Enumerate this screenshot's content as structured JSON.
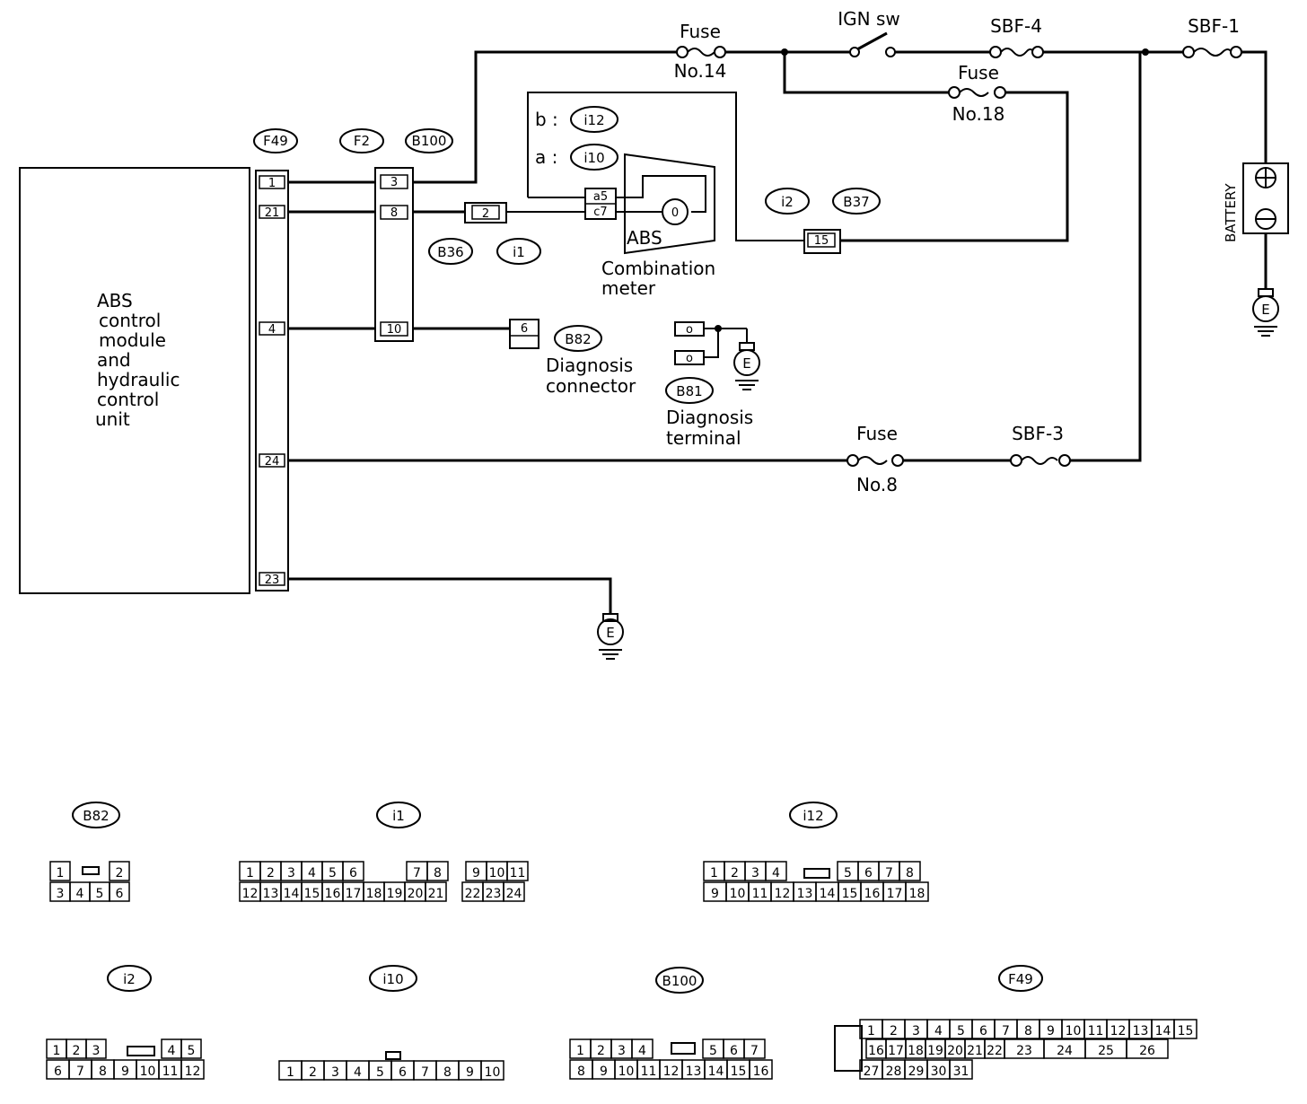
{
  "diagram": {
    "module": {
      "lines": [
        "ABS",
        "control",
        "module",
        "and",
        "hydraulic",
        "control",
        "unit"
      ]
    },
    "connector_tags": {
      "f49": "F49",
      "f2": "F2",
      "b100": "B100",
      "b36": "B36",
      "i1": "i1",
      "i12": "i12",
      "i10": "i10",
      "i2": "i2",
      "b37": "B37",
      "b82": "B82",
      "b81": "B81"
    },
    "f49_pins": [
      "1",
      "21",
      "4",
      "24",
      "23"
    ],
    "b100_pins": [
      "3",
      "8",
      "10"
    ],
    "b36_pin": "2",
    "meter_pins": [
      "a5",
      "c7"
    ],
    "b37_pin": "15",
    "b82_pin": "6",
    "labels": {
      "fuse14": [
        "Fuse",
        "No.14"
      ],
      "ign_sw": "IGN sw",
      "sbf4": "SBF-4",
      "sbf1": "SBF-1",
      "fuse18": [
        "Fuse",
        "No.18"
      ],
      "b_prefix": "b :",
      "a_prefix": "a :",
      "abs": "ABS",
      "combination_meter": [
        "Combination",
        "meter"
      ],
      "diagnosis_connector": [
        "Diagnosis",
        "connector"
      ],
      "diagnosis_terminal": [
        "Diagnosis",
        "terminal"
      ],
      "fuse8": [
        "Fuse",
        "No.8"
      ],
      "sbf3": "SBF-3",
      "battery": "BATTERY",
      "ground": "E",
      "plus": "+",
      "minus": "−",
      "meter_symbol": "0",
      "terminal_symbol": "o"
    }
  },
  "connector_views": {
    "b82": {
      "tag": "B82",
      "row1": [
        "1",
        "",
        "",
        "2"
      ],
      "row2": [
        "3",
        "4",
        "5",
        "6"
      ]
    },
    "i1": {
      "tag": "i1",
      "row1": [
        "1",
        "2",
        "3",
        "4",
        "5",
        "6",
        "",
        "7",
        "8",
        "",
        "9",
        "10",
        "11"
      ],
      "row2": [
        "12",
        "13",
        "14",
        "15",
        "16",
        "17",
        "18",
        "19",
        "20",
        "21",
        "",
        "22",
        "23",
        "24"
      ]
    },
    "i12": {
      "tag": "i12",
      "row1": [
        "1",
        "2",
        "3",
        "4",
        "",
        "5",
        "6",
        "7",
        "8"
      ],
      "row2": [
        "9",
        "10",
        "11",
        "12",
        "13",
        "14",
        "15",
        "16",
        "17",
        "18"
      ]
    },
    "i2": {
      "tag": "i2",
      "row1": [
        "1",
        "2",
        "3",
        "",
        "4",
        "5"
      ],
      "row2": [
        "6",
        "7",
        "8",
        "9",
        "10",
        "11",
        "12"
      ]
    },
    "i10": {
      "tag": "i10",
      "row1": [
        "1",
        "2",
        "3",
        "4",
        "5",
        "6",
        "7",
        "8",
        "9",
        "10"
      ]
    },
    "b100": {
      "tag": "B100",
      "row1": [
        "1",
        "2",
        "3",
        "4",
        "",
        "5",
        "6",
        "7"
      ],
      "row2": [
        "8",
        "9",
        "10",
        "11",
        "12",
        "13",
        "14",
        "15",
        "16"
      ]
    },
    "f49": {
      "tag": "F49",
      "row1": [
        "1",
        "2",
        "3",
        "4",
        "5",
        "6",
        "7",
        "8",
        "9",
        "10",
        "11",
        "12",
        "13",
        "14",
        "15"
      ],
      "row2": [
        "16",
        "17",
        "18",
        "19",
        "20",
        "21",
        "22",
        "23",
        "24",
        "25",
        "26"
      ],
      "row3": [
        "27",
        "28",
        "29",
        "30",
        "31"
      ]
    }
  }
}
